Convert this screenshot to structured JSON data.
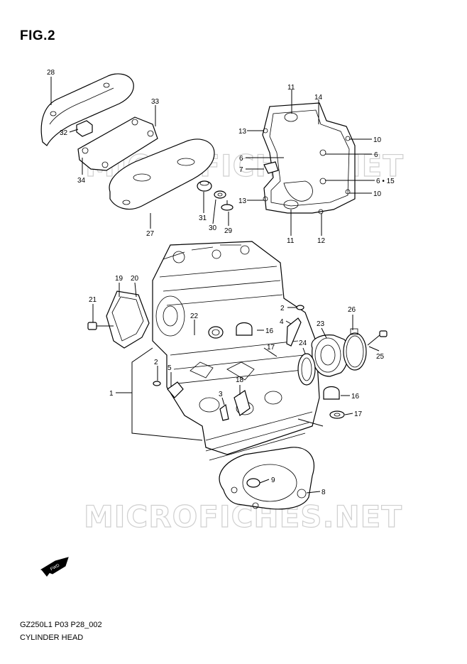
{
  "figure": {
    "title": "FIG.2",
    "model_code": "GZ250L1 P03 P28_002",
    "name": "CYLINDER HEAD",
    "watermark": "MICROFICHES.NET",
    "fwd_label": "FWD"
  },
  "callouts": [
    {
      "id": "c28",
      "label": "28"
    },
    {
      "id": "c33",
      "label": "33"
    },
    {
      "id": "c32",
      "label": "32"
    },
    {
      "id": "c34",
      "label": "34"
    },
    {
      "id": "c27",
      "label": "27"
    },
    {
      "id": "c31",
      "label": "31"
    },
    {
      "id": "c30",
      "label": "30"
    },
    {
      "id": "c29",
      "label": "29"
    },
    {
      "id": "c11a",
      "label": "11"
    },
    {
      "id": "c14",
      "label": "14"
    },
    {
      "id": "c13a",
      "label": "13"
    },
    {
      "id": "c10a",
      "label": "10"
    },
    {
      "id": "c6a",
      "label": "6"
    },
    {
      "id": "c6b",
      "label": "6"
    },
    {
      "id": "c7",
      "label": "7"
    },
    {
      "id": "c6c",
      "label": "6 • 15"
    },
    {
      "id": "c13b",
      "label": "13"
    },
    {
      "id": "c10b",
      "label": "10"
    },
    {
      "id": "c11b",
      "label": "11"
    },
    {
      "id": "c12",
      "label": "12"
    },
    {
      "id": "c19",
      "label": "19"
    },
    {
      "id": "c20",
      "label": "20"
    },
    {
      "id": "c21",
      "label": "21"
    },
    {
      "id": "c2a",
      "label": "2"
    },
    {
      "id": "c4",
      "label": "4"
    },
    {
      "id": "c22",
      "label": "22"
    },
    {
      "id": "c16a",
      "label": "16"
    },
    {
      "id": "c26",
      "label": "26"
    },
    {
      "id": "c23",
      "label": "23"
    },
    {
      "id": "c17a",
      "label": "17"
    },
    {
      "id": "c24",
      "label": "24"
    },
    {
      "id": "c25",
      "label": "25"
    },
    {
      "id": "c2b",
      "label": "2"
    },
    {
      "id": "c5",
      "label": "5"
    },
    {
      "id": "c1",
      "label": "1"
    },
    {
      "id": "c18",
      "label": "18"
    },
    {
      "id": "c3",
      "label": "3"
    },
    {
      "id": "c16b",
      "label": "16"
    },
    {
      "id": "c17b",
      "label": "17"
    },
    {
      "id": "c9",
      "label": "9"
    },
    {
      "id": "c8",
      "label": "8"
    }
  ]
}
